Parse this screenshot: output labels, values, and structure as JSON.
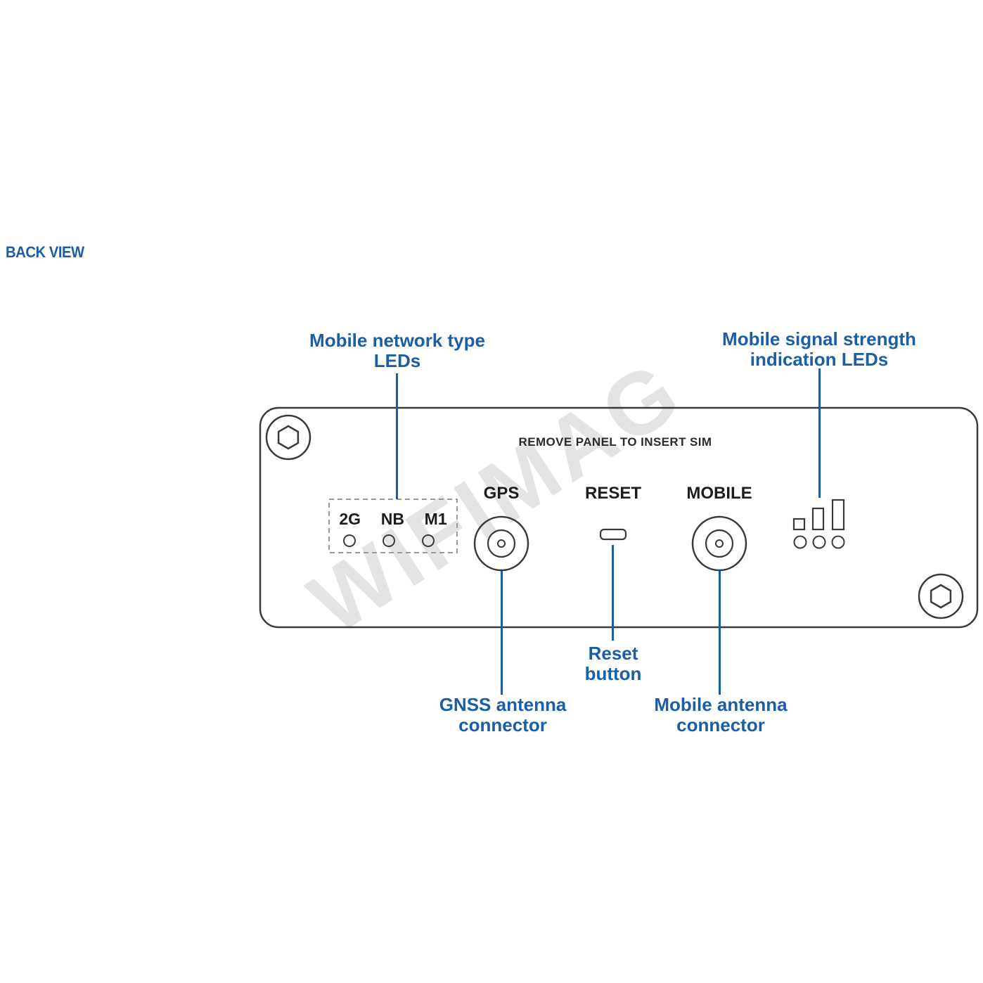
{
  "title": "BACK VIEW",
  "watermark": "WIFIMAG",
  "colors": {
    "accent": "#1b5ea6",
    "outline": "#3a3a3a"
  },
  "panel": {
    "sim_note": "REMOVE PANEL TO INSERT SIM",
    "gps_label": "GPS",
    "reset_label": "RESET",
    "mobile_label": "MOBILE",
    "network_leds": [
      "2G",
      "NB",
      "M1"
    ]
  },
  "callouts": {
    "network_leds": "Mobile network type LEDs",
    "signal_leds": "Mobile signal strength indication LEDs",
    "reset": "Reset button",
    "gnss": "GNSS antenna connector",
    "mobile": "Mobile antenna connector"
  }
}
